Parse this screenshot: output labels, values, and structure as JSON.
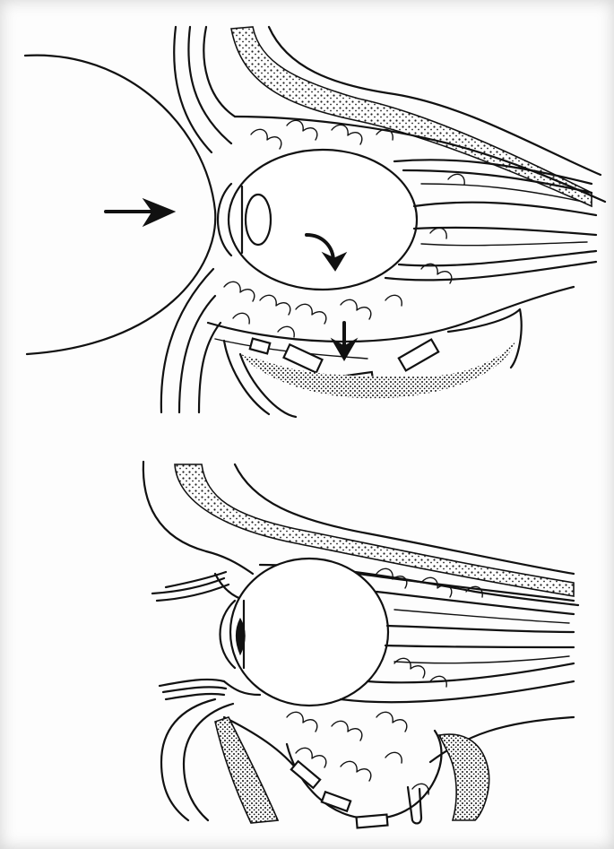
{
  "figure": {
    "panels": [
      {
        "id": "top",
        "content": "orbit-injury-blunt-object"
      },
      {
        "id": "bottom",
        "content": "orbit-blowout-fracture-result"
      }
    ],
    "colors": {
      "ink": "#111111",
      "paper": "#fdfdfd"
    }
  }
}
